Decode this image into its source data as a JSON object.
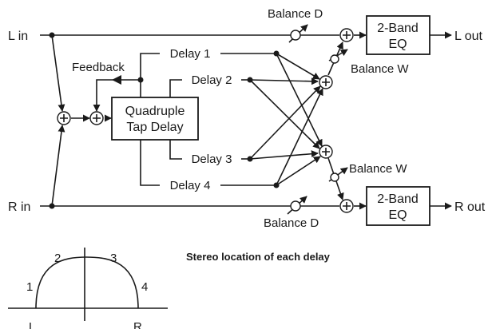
{
  "inputs": {
    "left": "L in",
    "right": "R in"
  },
  "outputs": {
    "left": "L out",
    "right": "R out"
  },
  "main_block": {
    "line1": "Quadruple",
    "line2": "Tap Delay"
  },
  "eq_block": {
    "line1": "2-Band",
    "line2": "EQ"
  },
  "feedback_label": "Feedback",
  "taps": [
    "Delay 1",
    "Delay 2",
    "Delay 3",
    "Delay 4"
  ],
  "balance_d_label": "Balance D",
  "balance_w_label": "Balance W",
  "stereo_caption": "Stereo location of each delay",
  "stereo_tap_numbers": [
    "1",
    "2",
    "3",
    "4"
  ],
  "stereo_axis": {
    "left": "L",
    "right": "R"
  }
}
